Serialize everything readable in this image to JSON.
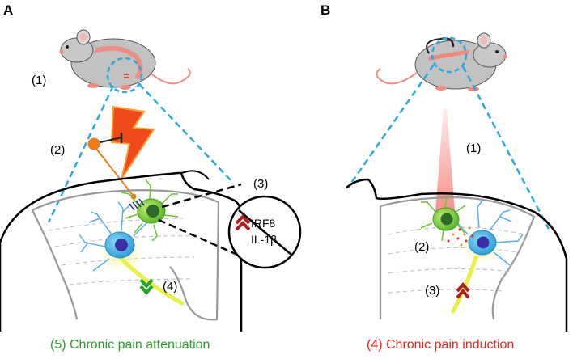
{
  "panels": [
    {
      "label": "A",
      "steps": [
        "(1)",
        "(2)",
        "(3)",
        "(4)"
      ],
      "inhibited_markers": [
        "IRF8",
        "IL-1β"
      ],
      "caption": "(5) Chronic pain attenuation",
      "caption_color": "#2aa02a"
    },
    {
      "label": "B",
      "steps": [
        "(1)",
        "(2)",
        "(3)"
      ],
      "caption": "(4) Chronic pain induction",
      "caption_color": "#e8271f"
    }
  ],
  "colors": {
    "zoom_lines": "#2aa9e0",
    "microglia": "#8bd13a",
    "neuron": "#5aaee8",
    "neuron_nucleus": "#3b2fa8",
    "lightning": "#f04a1a",
    "laser_beam": "#f4837b",
    "up_arrows": "#b01e1e",
    "down_arrows": "#2aa02a"
  }
}
